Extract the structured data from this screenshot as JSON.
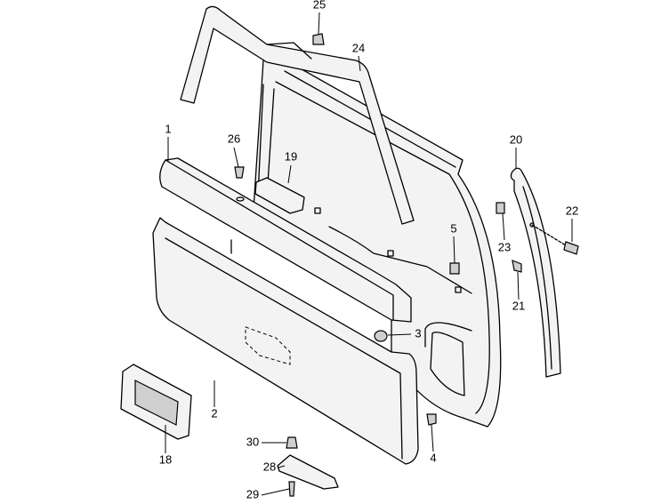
{
  "diagram": {
    "title": "Rear door trim exploded view",
    "callouts": [
      {
        "id": "p25",
        "label": "25"
      },
      {
        "id": "p24",
        "label": "24"
      },
      {
        "id": "p1",
        "label": "1"
      },
      {
        "id": "p26",
        "label": "26"
      },
      {
        "id": "p19",
        "label": "19"
      },
      {
        "id": "p20",
        "label": "20"
      },
      {
        "id": "p22",
        "label": "22"
      },
      {
        "id": "p23",
        "label": "23"
      },
      {
        "id": "p5",
        "label": "5"
      },
      {
        "id": "p21",
        "label": "21"
      },
      {
        "id": "p3",
        "label": "3"
      },
      {
        "id": "p2",
        "label": "2"
      },
      {
        "id": "p18",
        "label": "18"
      },
      {
        "id": "p4",
        "label": "4"
      },
      {
        "id": "p30",
        "label": "30"
      },
      {
        "id": "p28",
        "label": "28"
      },
      {
        "id": "p29",
        "label": "29"
      }
    ]
  }
}
